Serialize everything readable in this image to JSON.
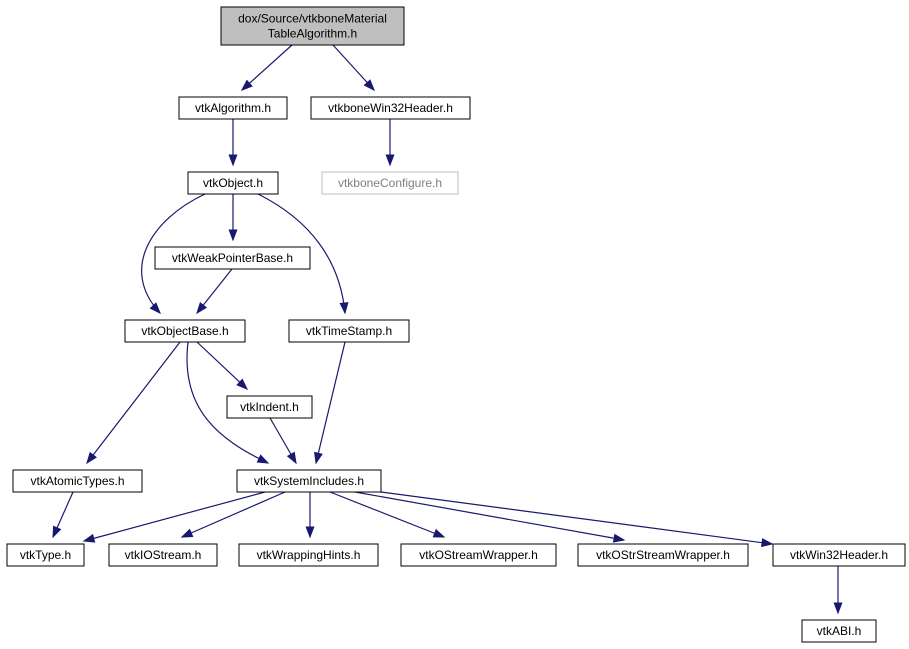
{
  "diagram": {
    "nodes": [
      {
        "id": "root",
        "lines": [
          "dox/Source/vtkboneMaterial",
          "TableAlgorithm.h"
        ],
        "kind": "root"
      },
      {
        "id": "algo",
        "lines": [
          "vtkAlgorithm.h"
        ]
      },
      {
        "id": "w32bone",
        "lines": [
          "vtkboneWin32Header.h"
        ]
      },
      {
        "id": "conf",
        "lines": [
          "vtkboneConfigure.h"
        ],
        "kind": "missing"
      },
      {
        "id": "obj",
        "lines": [
          "vtkObject.h"
        ]
      },
      {
        "id": "weak",
        "lines": [
          "vtkWeakPointerBase.h"
        ]
      },
      {
        "id": "objbase",
        "lines": [
          "vtkObjectBase.h"
        ]
      },
      {
        "id": "time",
        "lines": [
          "vtkTimeStamp.h"
        ]
      },
      {
        "id": "indent",
        "lines": [
          "vtkIndent.h"
        ]
      },
      {
        "id": "atomic",
        "lines": [
          "vtkAtomicTypes.h"
        ]
      },
      {
        "id": "sysinc",
        "lines": [
          "vtkSystemIncludes.h"
        ]
      },
      {
        "id": "type",
        "lines": [
          "vtkType.h"
        ]
      },
      {
        "id": "iostream",
        "lines": [
          "vtkIOStream.h"
        ]
      },
      {
        "id": "wrap",
        "lines": [
          "vtkWrappingHints.h"
        ]
      },
      {
        "id": "ostream",
        "lines": [
          "vtkOStreamWrapper.h"
        ]
      },
      {
        "id": "ostr",
        "lines": [
          "vtkOStrStreamWrapper.h"
        ]
      },
      {
        "id": "w32",
        "lines": [
          "vtkWin32Header.h"
        ]
      },
      {
        "id": "abi",
        "lines": [
          "vtkABI.h"
        ]
      }
    ],
    "edges": [
      {
        "from": "root",
        "to": "algo"
      },
      {
        "from": "root",
        "to": "w32bone"
      },
      {
        "from": "algo",
        "to": "obj"
      },
      {
        "from": "w32bone",
        "to": "conf"
      },
      {
        "from": "obj",
        "to": "weak"
      },
      {
        "from": "obj",
        "to": "objbase"
      },
      {
        "from": "obj",
        "to": "time"
      },
      {
        "from": "weak",
        "to": "objbase"
      },
      {
        "from": "objbase",
        "to": "indent"
      },
      {
        "from": "objbase",
        "to": "atomic"
      },
      {
        "from": "objbase",
        "to": "sysinc"
      },
      {
        "from": "indent",
        "to": "sysinc"
      },
      {
        "from": "time",
        "to": "sysinc"
      },
      {
        "from": "atomic",
        "to": "type"
      },
      {
        "from": "sysinc",
        "to": "type"
      },
      {
        "from": "sysinc",
        "to": "iostream"
      },
      {
        "from": "sysinc",
        "to": "wrap"
      },
      {
        "from": "sysinc",
        "to": "ostream"
      },
      {
        "from": "sysinc",
        "to": "ostr"
      },
      {
        "from": "sysinc",
        "to": "w32"
      },
      {
        "from": "w32",
        "to": "abi"
      }
    ],
    "colors": {
      "edge": "#191970",
      "root_fill": "#bfbfbf",
      "missing_border": "#bfbfbf",
      "missing_text": "#7f7f7f"
    }
  }
}
